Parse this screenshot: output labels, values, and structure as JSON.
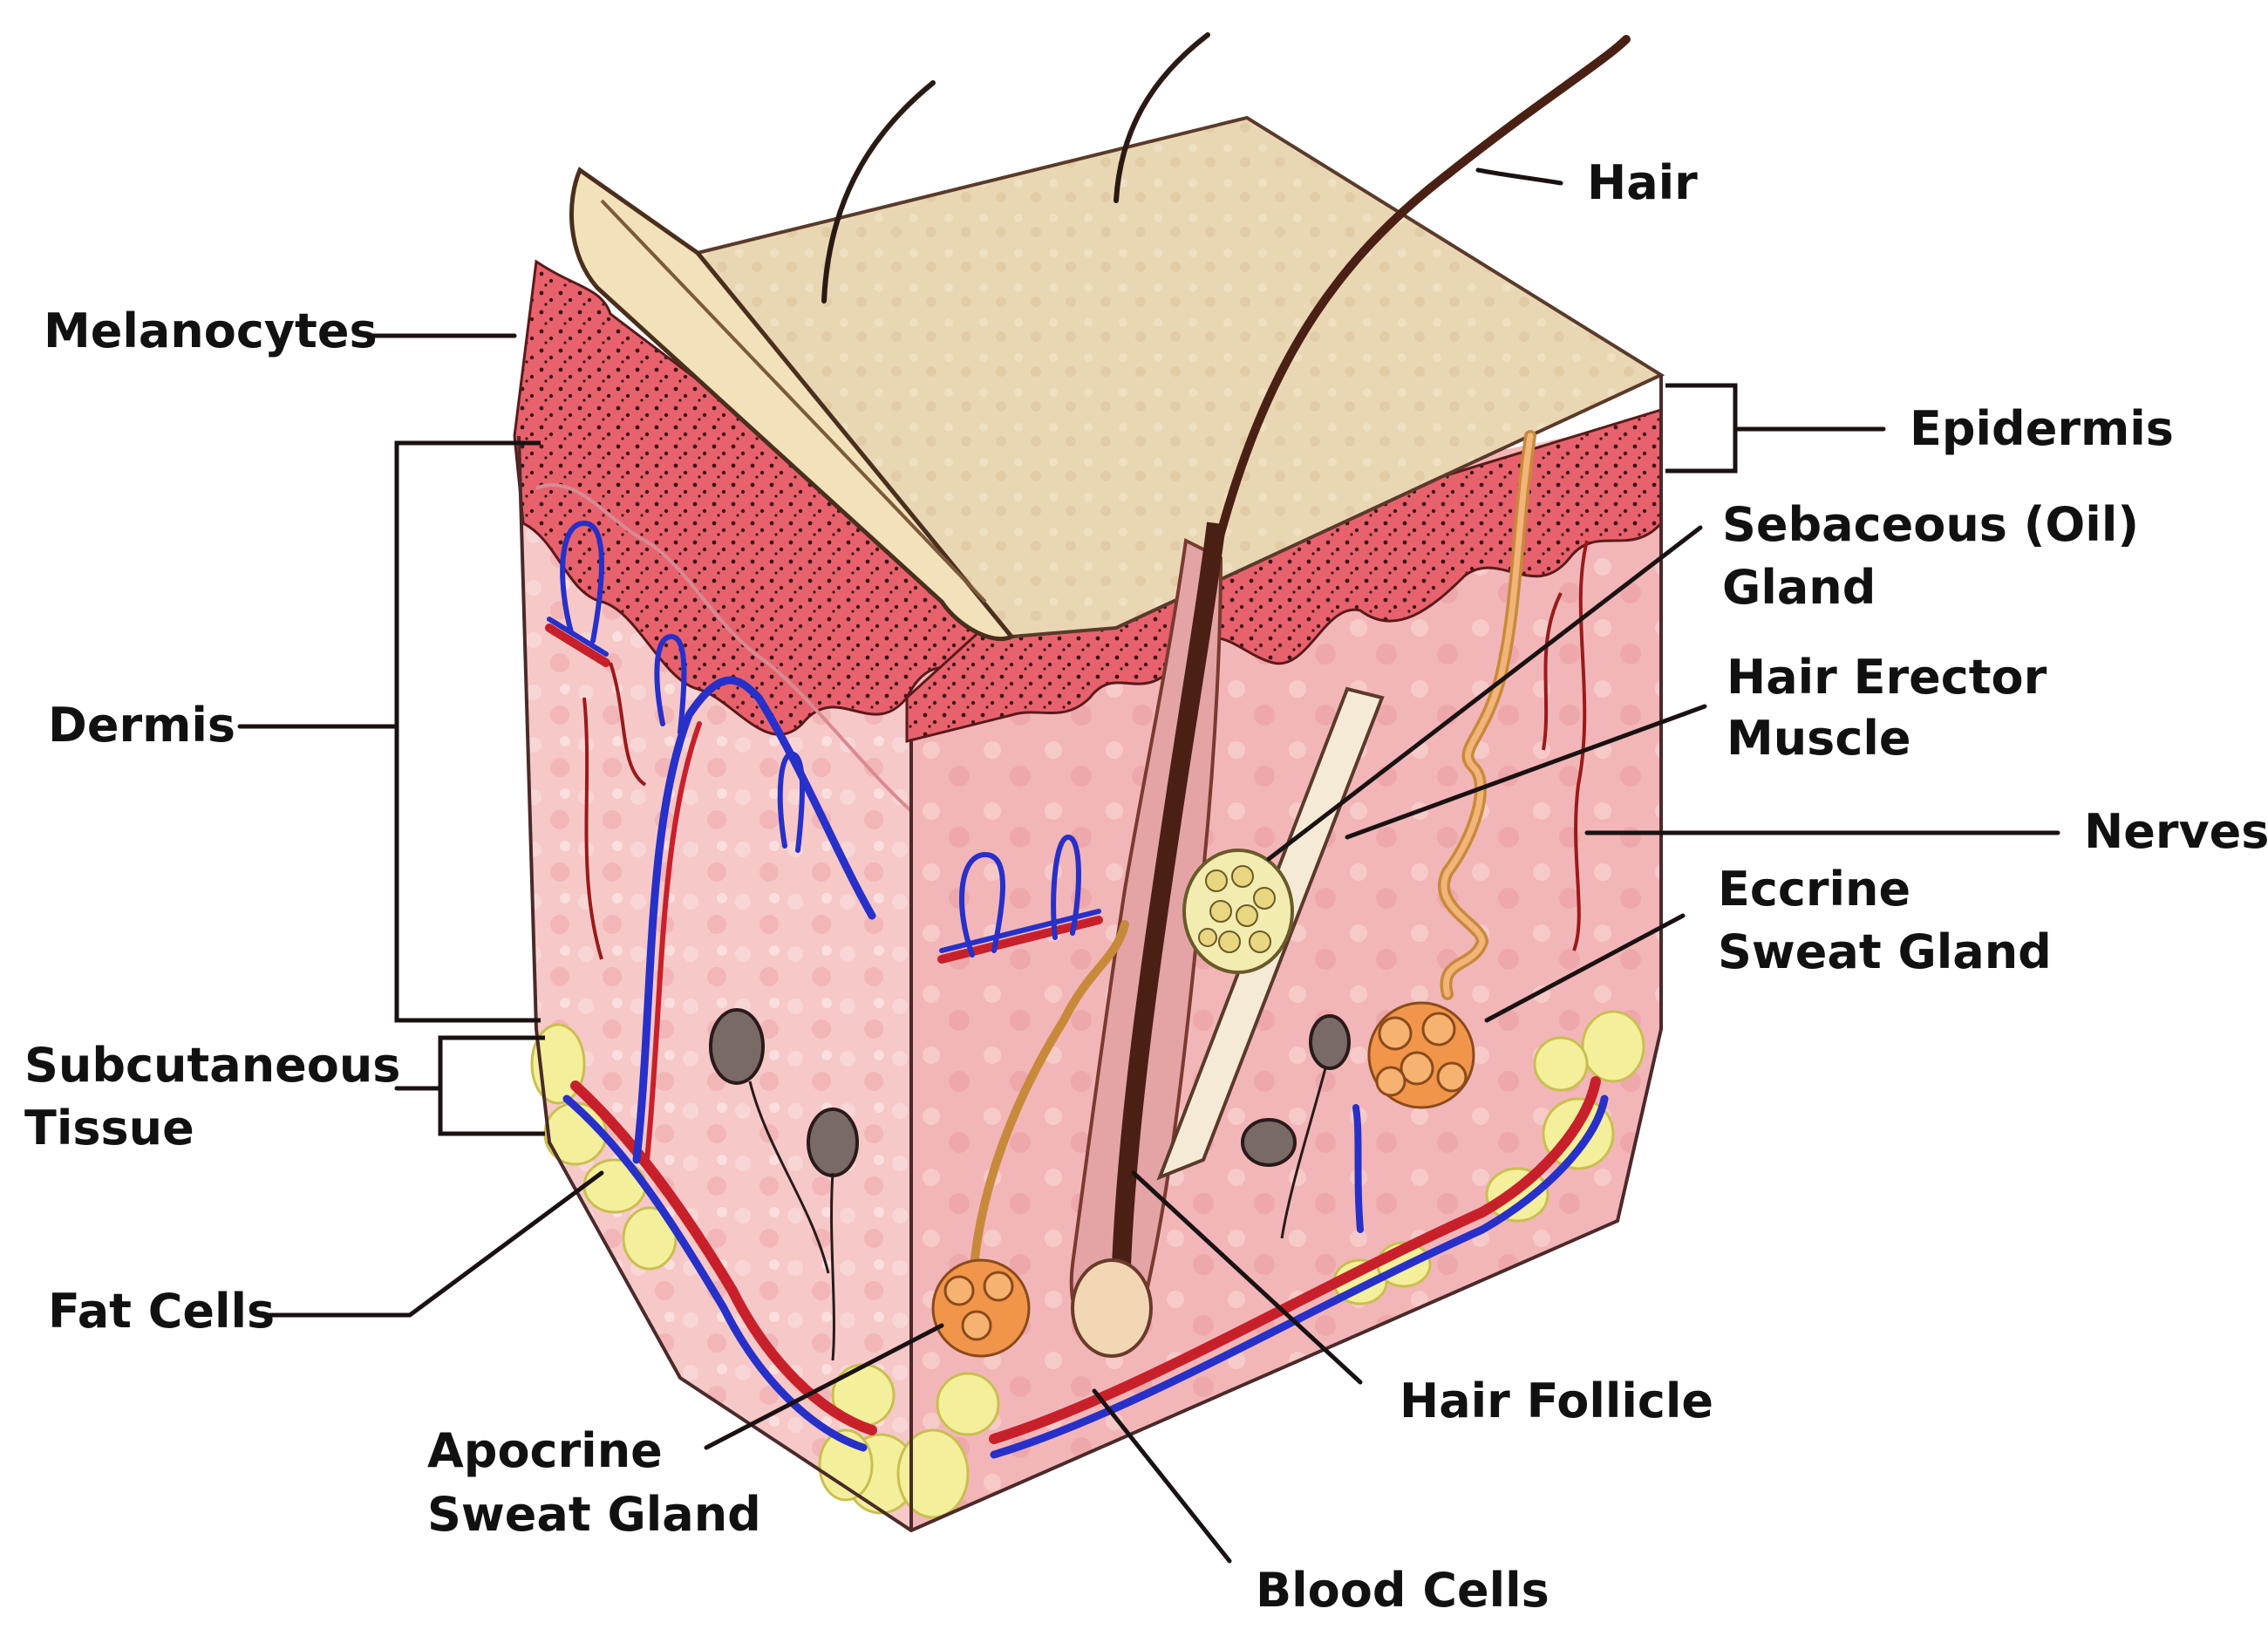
{
  "labels": {
    "hair": "Hair",
    "melanocytes": "Melanocytes",
    "epidermis": "Epidermis",
    "sebaceous_1": "Sebaceous (Oil)",
    "sebaceous_2": "Gland",
    "hair_erector_1": "Hair Erector",
    "hair_erector_2": "Muscle",
    "dermis": "Dermis",
    "nerves": "Nerves",
    "eccrine_1": "Eccrine",
    "eccrine_2": "Sweat Gland",
    "subcutaneous_1": "Subcutaneous",
    "subcutaneous_2": "Tissue",
    "fat_cells": "Fat Cells",
    "apocrine_1": "Apocrine",
    "apocrine_2": "Sweat Gland",
    "hair_follicle": "Hair Follicle",
    "blood_cells": "Blood Cells"
  },
  "colors": {
    "surface": "#e9d7b4",
    "epidermis_red": "#e8626e",
    "dermis_pink": "#f6c4c4",
    "dermis_side": "#f3b9bb",
    "fat_yellow": "#f4ef9a",
    "artery_red": "#c8202a",
    "vein_blue": "#2730c8",
    "gland_orange": "#f0954a",
    "hair_brown": "#5a2e1f",
    "label_black": "#111111"
  }
}
